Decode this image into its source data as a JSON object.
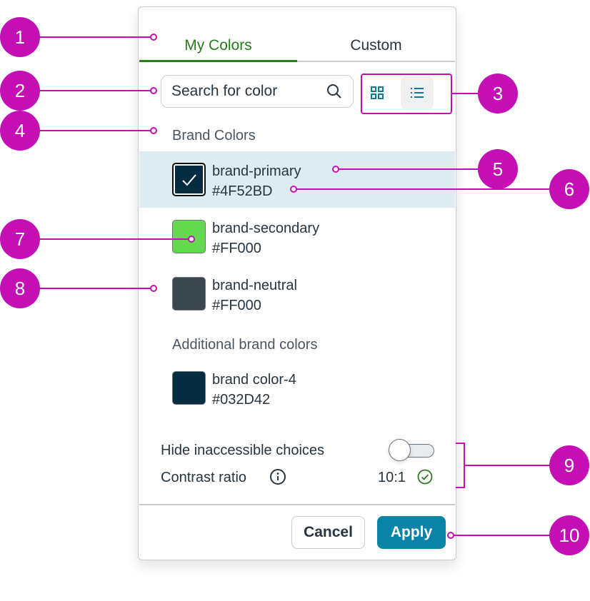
{
  "tabs": [
    {
      "label": "My Colors",
      "active": true
    },
    {
      "label": "Custom",
      "active": false
    }
  ],
  "search": {
    "placeholder": "Search for color"
  },
  "view_toggle": {
    "grid": "grid-view",
    "list": "list-view",
    "selected": "list"
  },
  "groups": [
    {
      "title": "Brand Colors",
      "items": [
        {
          "name": "brand-primary",
          "hex": "#4F52BD",
          "swatch": "#062c42",
          "selected": true
        },
        {
          "name": "brand-secondary",
          "hex": "#FF000",
          "swatch": "#62d94f",
          "selected": false
        },
        {
          "name": "brand-neutral",
          "hex": "#FF000",
          "swatch": "#3a474e",
          "selected": false
        }
      ]
    },
    {
      "title": "Additional brand colors",
      "items": [
        {
          "name": "brand color-4",
          "hex": "#032D42",
          "swatch": "#062c42",
          "selected": false
        }
      ]
    }
  ],
  "settings": {
    "hide_label": "Hide inaccessible choices",
    "hide_on": false,
    "contrast_label": "Contrast ratio",
    "contrast_value": "10:1"
  },
  "footer": {
    "cancel": "Cancel",
    "apply": "Apply"
  },
  "annotations": [
    "1",
    "2",
    "3",
    "4",
    "5",
    "6",
    "7",
    "8",
    "9",
    "10"
  ],
  "colors": {
    "accent": "#2b7a1f",
    "primary": "#0a84a6",
    "annotation": "#c40fb4",
    "selected_row": "#dcecf1"
  }
}
